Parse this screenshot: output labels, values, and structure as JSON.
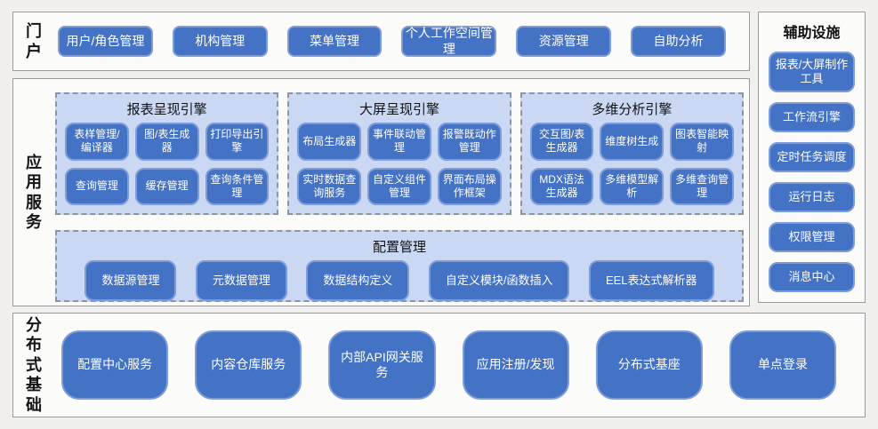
{
  "colors": {
    "page_background": "#f1f0ee",
    "section_background": "#fbfbfa",
    "section_border": "#999b9d",
    "chip_fill": "#4472c4",
    "chip_border": "#7e9cd8",
    "chip_text": "#ffffff",
    "panel_fill": "#cbd8f3",
    "panel_dashed_border": "#8c95a4",
    "label_text": "#141414"
  },
  "portal": {
    "label": "门户",
    "items": [
      "用户/角色管理",
      "机构管理",
      "菜单管理",
      "个人工作空间管理",
      "资源管理",
      "自助分析"
    ]
  },
  "app_services": {
    "label": "应用服务",
    "engines": [
      {
        "title": "报表呈现引擎",
        "items": [
          "表样管理/编译器",
          "图/表生成器",
          "打印导出引擎",
          "查询管理",
          "缓存管理",
          "查询条件管理"
        ]
      },
      {
        "title": "大屏呈现引擎",
        "items": [
          "布局生成器",
          "事件联动管理",
          "报警既动作管理",
          "实时数据查询服务",
          "自定义组件管理",
          "界面布局操作框架"
        ]
      },
      {
        "title": "多维分析引擎",
        "items": [
          "交互图/表生成器",
          "维度树生成",
          "图表智能映射",
          "MDX语法生成器",
          "多维模型解析",
          "多维查询管理"
        ]
      }
    ],
    "config": {
      "title": "配置管理",
      "items": [
        "数据源管理",
        "元数据管理",
        "数据结构定义",
        "自定义模块/函数插入",
        "EEL表达式解析器"
      ]
    }
  },
  "auxiliary": {
    "title": "辅助设施",
    "items": [
      "报表/大屏制作工具",
      "工作流引擎",
      "定时任务调度",
      "运行日志",
      "权限管理",
      "消息中心"
    ]
  },
  "distributed": {
    "label": "分布式基础",
    "items": [
      "配置中心服务",
      "内容仓库服务",
      "内部API网关服务",
      "应用注册/发现",
      "分布式基座",
      "单点登录"
    ]
  }
}
